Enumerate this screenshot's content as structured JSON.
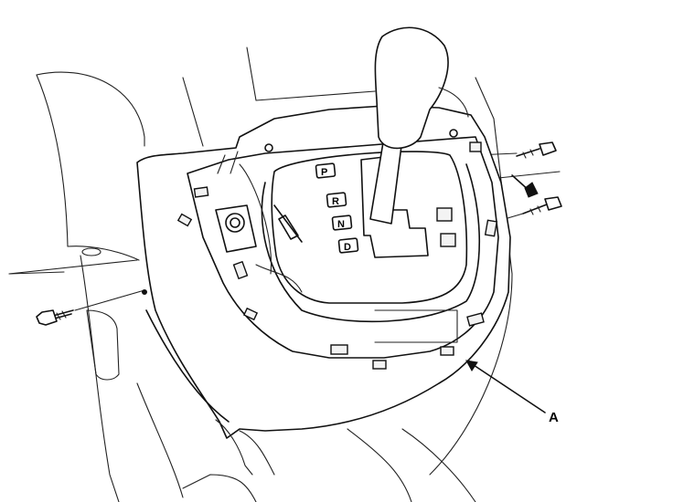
{
  "gear_positions": [
    "P",
    "R",
    "N",
    "D"
  ],
  "callout": "A"
}
